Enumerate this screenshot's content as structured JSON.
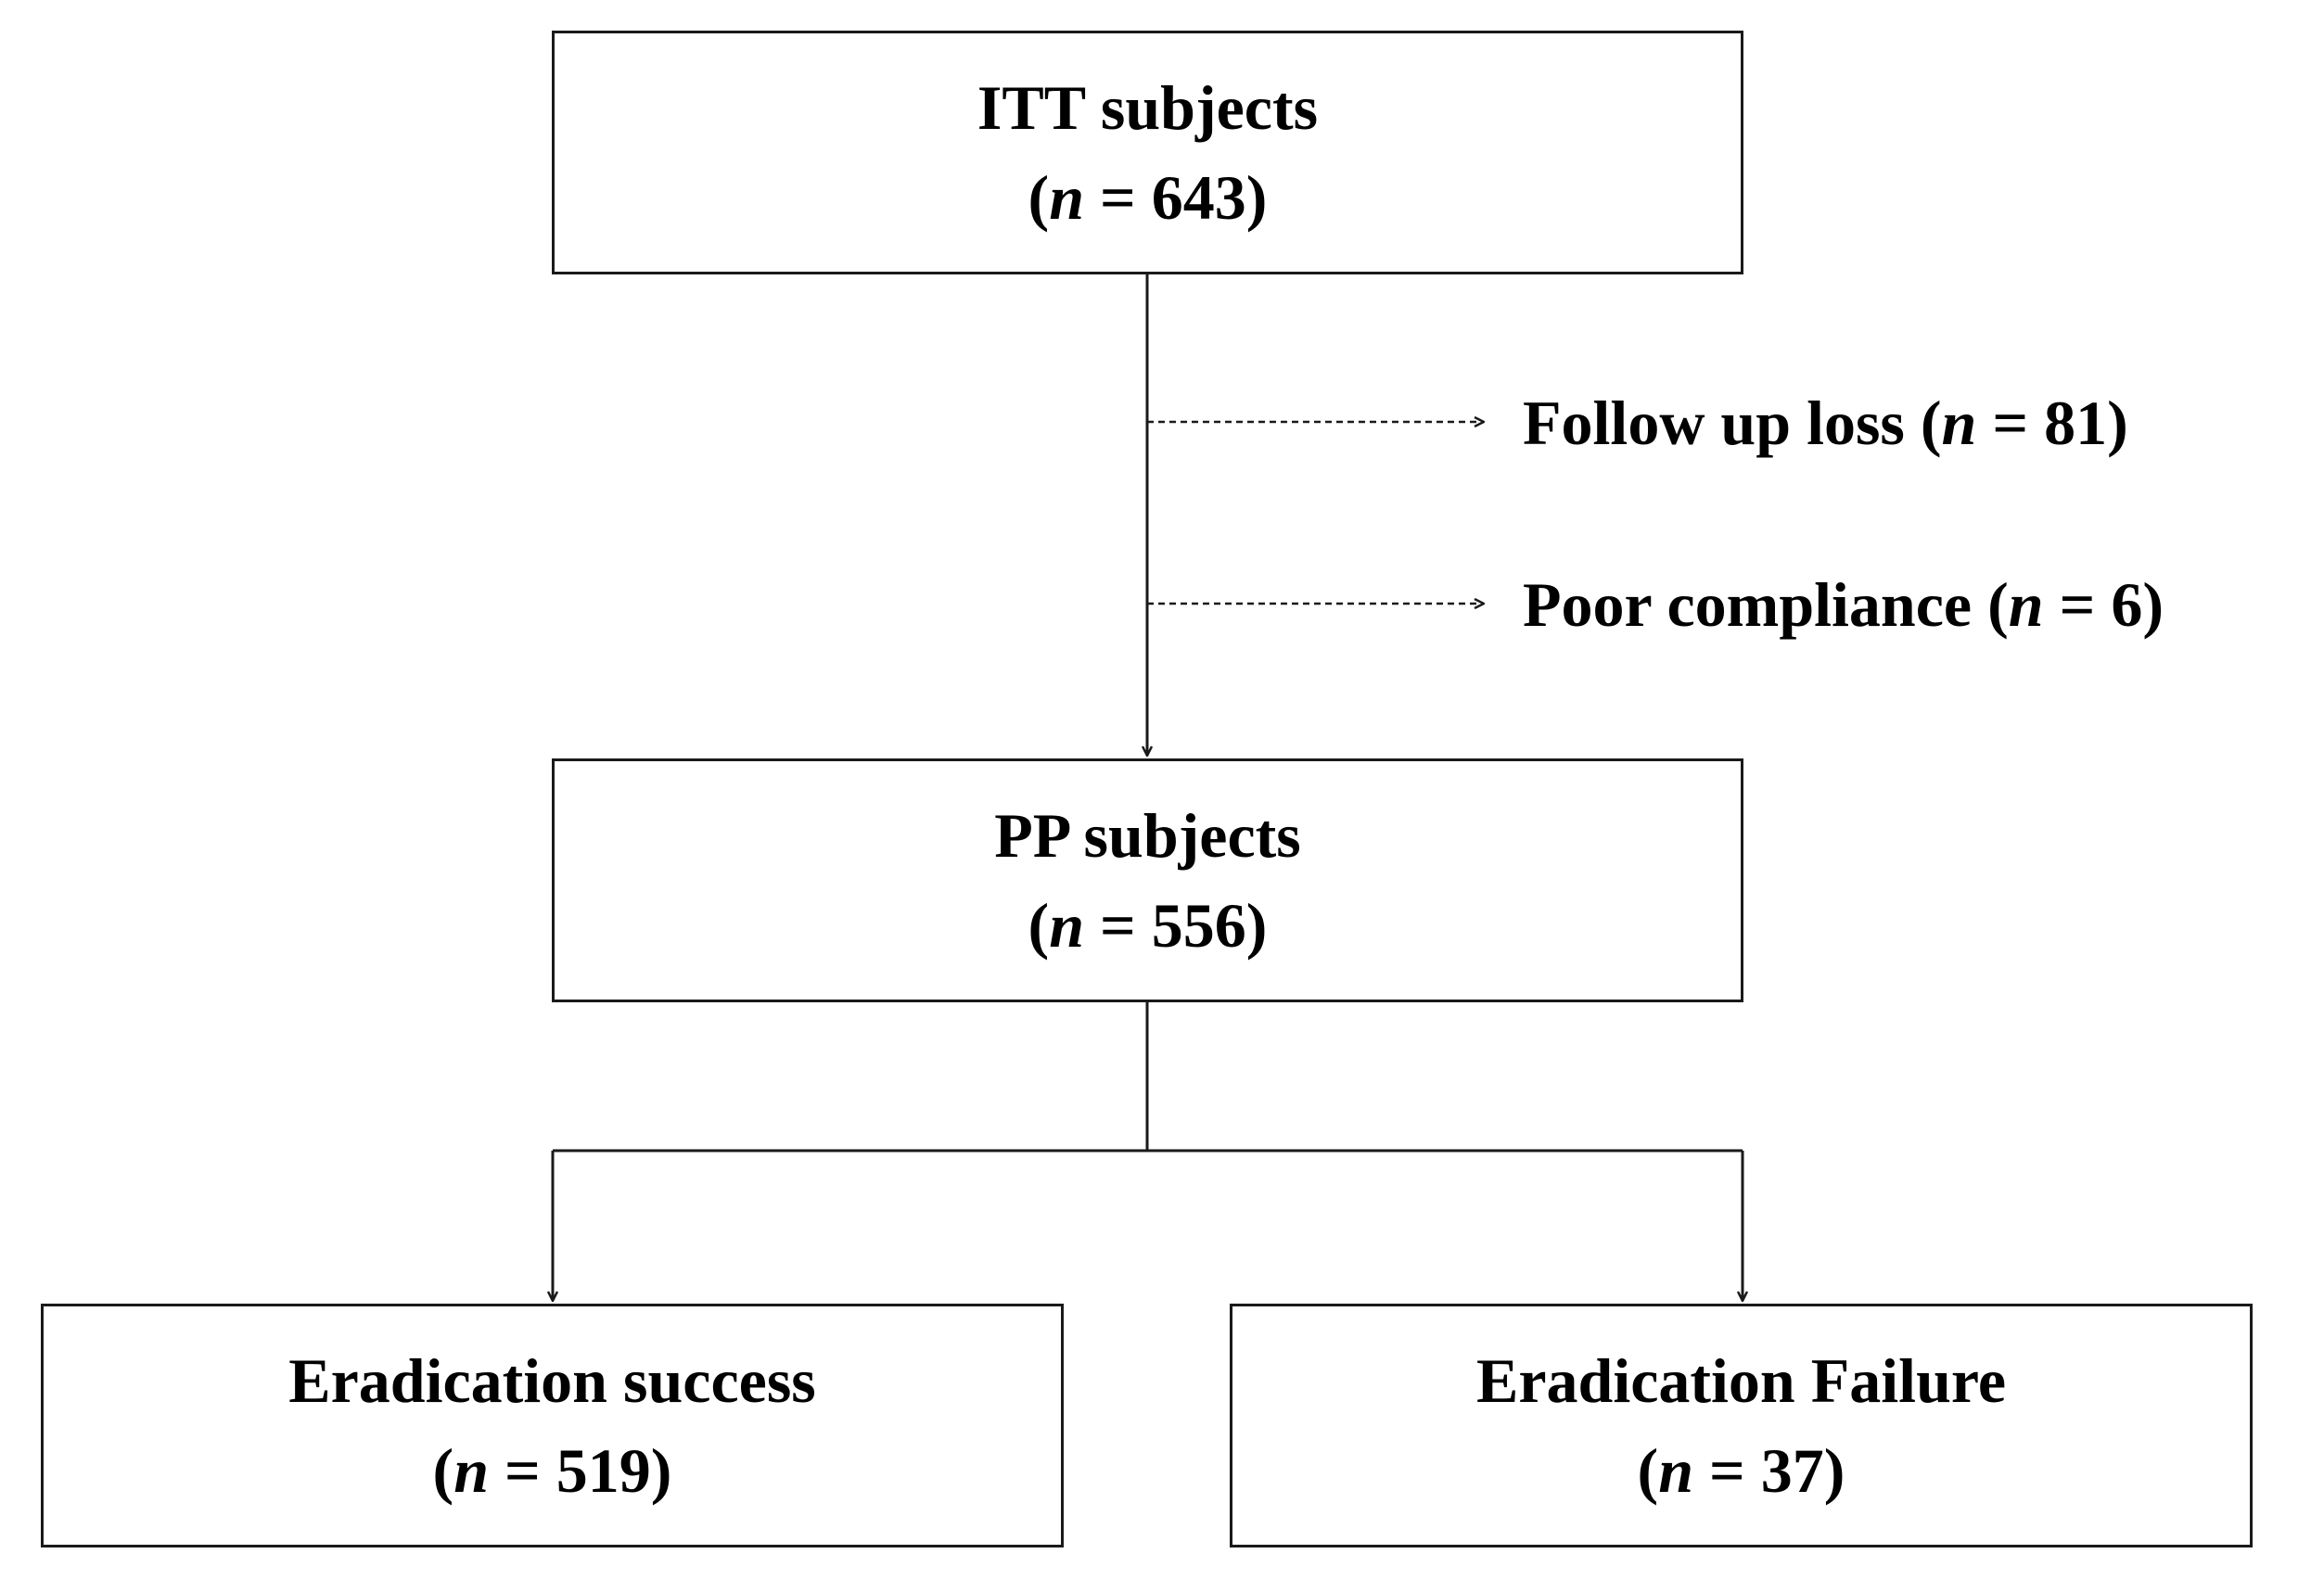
{
  "diagram": {
    "nodes": {
      "itt": {
        "title": "ITT subjects",
        "count_open": "(",
        "count_var": "n",
        "count_rest": " = 643)"
      },
      "pp": {
        "title": "PP subjects",
        "count_open": "(",
        "count_var": "n",
        "count_rest": " = 556)"
      },
      "success": {
        "title": "Eradication success",
        "count_open": "(",
        "count_var": "n",
        "count_rest": " = 519)"
      },
      "failure": {
        "title": "Eradication Failure",
        "count_open": "(",
        "count_var": "n",
        "count_rest": " = 37)"
      }
    },
    "exclusions": [
      {
        "text": "Follow up loss (",
        "var": "n",
        "rest": " = 81)"
      },
      {
        "text": "Poor compliance (",
        "var": "n",
        "rest": " = 6)"
      }
    ],
    "edges": [
      {
        "from": "itt",
        "to": "pp",
        "style": "solid"
      },
      {
        "from": "itt",
        "to": "exclusion-follow-up-loss",
        "style": "dashed"
      },
      {
        "from": "itt",
        "to": "exclusion-poor-compliance",
        "style": "dashed"
      },
      {
        "from": "pp",
        "to": "success",
        "style": "solid"
      },
      {
        "from": "pp",
        "to": "failure",
        "style": "solid"
      }
    ]
  }
}
